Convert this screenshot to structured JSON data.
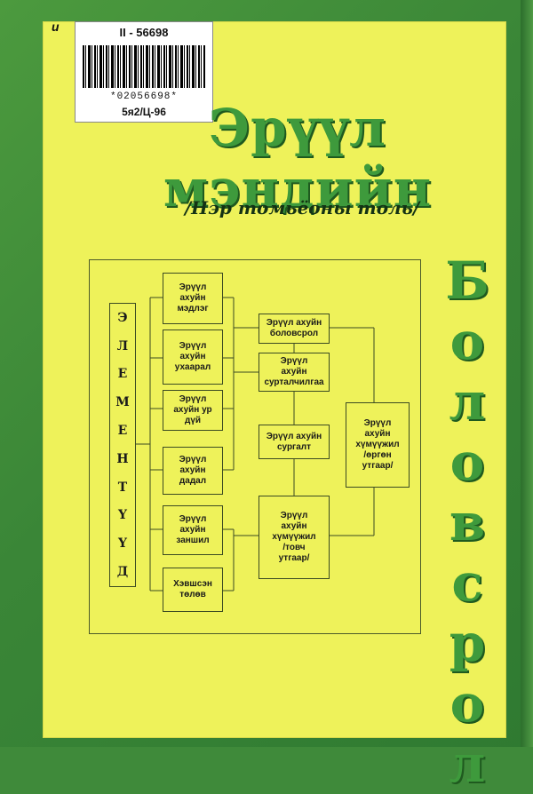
{
  "sticker": {
    "call_number": "II - 56698",
    "barcode_text": "*02056698*",
    "shelf_mark": "5я2/Ц-96",
    "handwritten_mark": "и"
  },
  "cover": {
    "title": "Эрүүл мэндийн",
    "subtitle": "/Нэр томьёоны толь/",
    "vertical_word": [
      "Б",
      "о",
      "л",
      "о",
      "в",
      "с",
      "р",
      "о",
      "л"
    ]
  },
  "diagram": {
    "elements_letters": [
      "Э",
      "Л",
      "Е",
      "М",
      "Е",
      "Н",
      "Т",
      "Ү",
      "Ү",
      "Д"
    ],
    "left_column": [
      "Эрүүл\nахуйн\nмэдлэг",
      "Эрүүл\nахуйн\nухаарал",
      "Эрүүл\nахуйн ур\nдүй",
      "Эрүүл\nахуйн\nдадал",
      "Эрүүл\nахуйн\nзаншил",
      "Хэвшсэн\nтөлөв"
    ],
    "middle_column": [
      "Эрүүл ахуйн\nболовсрол",
      "Эрүүл\nахуйн\nсурталчилгаа",
      "Эрүүл ахуйн\nсургалт",
      "Эрүүл\nахуйн\nхүмүүжил\n/товч\nутгаар/"
    ],
    "right_box": "Эрүүл\nахуйн\nхүмүүжил\n/өргөн\nутгаар/"
  },
  "colors": {
    "cover_green": "#3a8637",
    "paper_yellow": "#eef25a",
    "title_green": "#3e9a3c"
  }
}
